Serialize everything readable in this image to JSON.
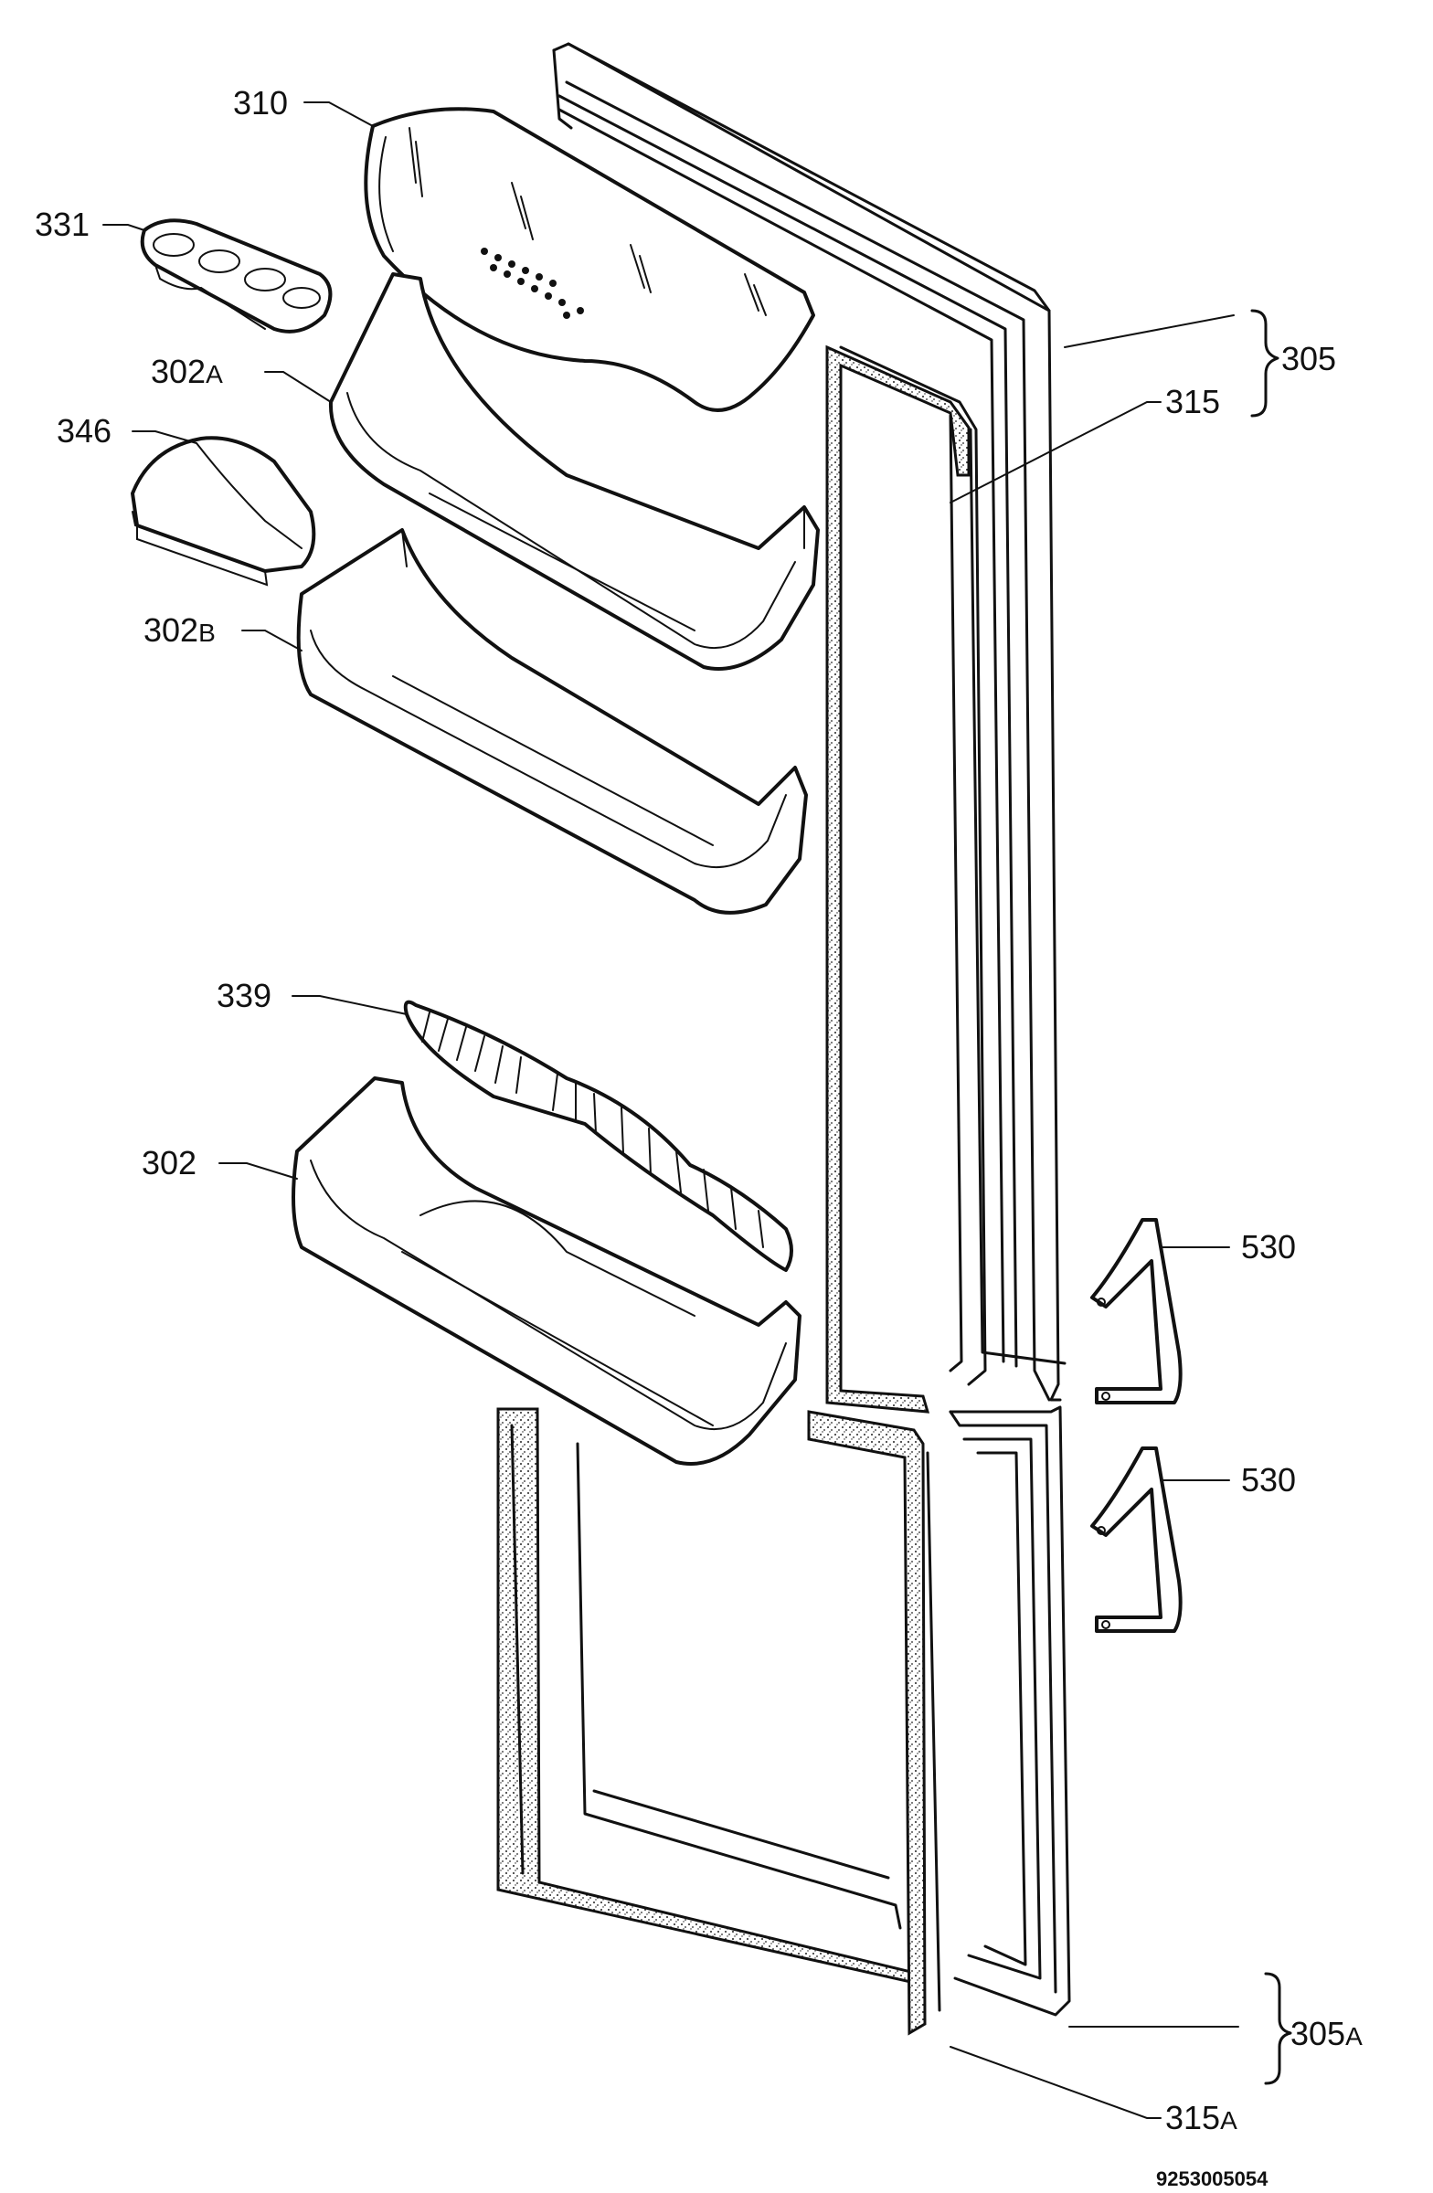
{
  "labels": {
    "p310": "310",
    "p331": "331",
    "p302a": "302",
    "p302a_sub": "A",
    "p346": "346",
    "p302b": "302",
    "p302b_sub": "B",
    "p339": "339",
    "p302": "302",
    "p305": "305",
    "p315": "315",
    "p530_top": "530",
    "p530_bottom": "530",
    "p305a": "305",
    "p305a_sub": "A",
    "p315a": "315",
    "p315a_sub": "A"
  },
  "document_number": "9253005054"
}
